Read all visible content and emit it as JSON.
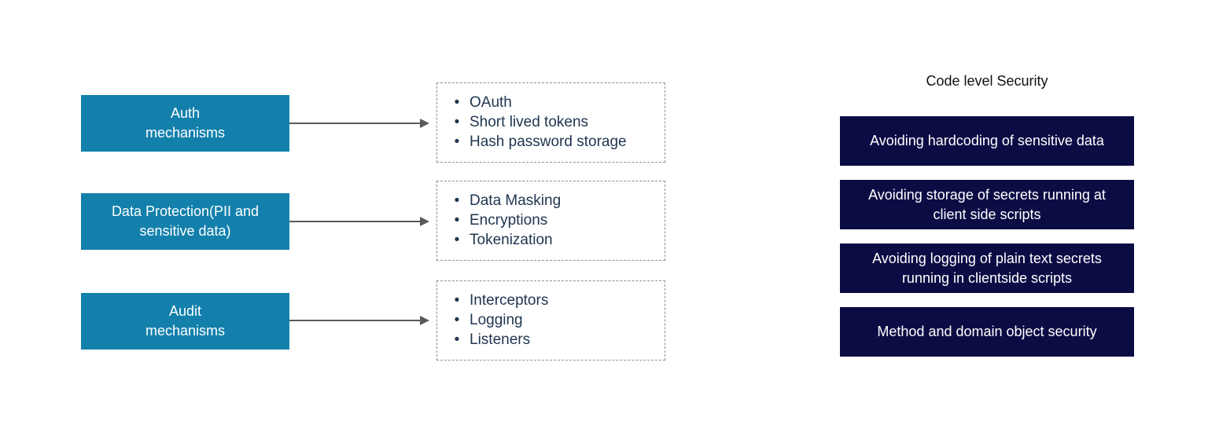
{
  "left_boxes": [
    {
      "line1": "Auth",
      "line2": "mechanisms"
    },
    {
      "line1": "Data Protection(PII and",
      "line2": "sensitive data)"
    },
    {
      "line1": "Audit",
      "line2": "mechanisms"
    }
  ],
  "detail_lists": [
    {
      "items": [
        "OAuth",
        "Short lived tokens",
        "Hash password storage"
      ]
    },
    {
      "items": [
        "Data Masking",
        "Encryptions",
        "Tokenization"
      ]
    },
    {
      "items": [
        "Interceptors",
        "Logging",
        "Listeners"
      ]
    }
  ],
  "bullet": "•",
  "code_security": {
    "title": "Code level Security",
    "items": [
      "Avoiding hardcoding of sensitive data",
      "Avoiding storage of secrets running at client side scripts",
      "Avoiding logging of plain text secrets running in clientside scripts",
      "Method and domain object security"
    ]
  },
  "colors": {
    "left_box": "#1380ac",
    "right_box": "#0c0c45",
    "arrow": "#5a5a5a",
    "dash_border": "#8f8f8f"
  }
}
